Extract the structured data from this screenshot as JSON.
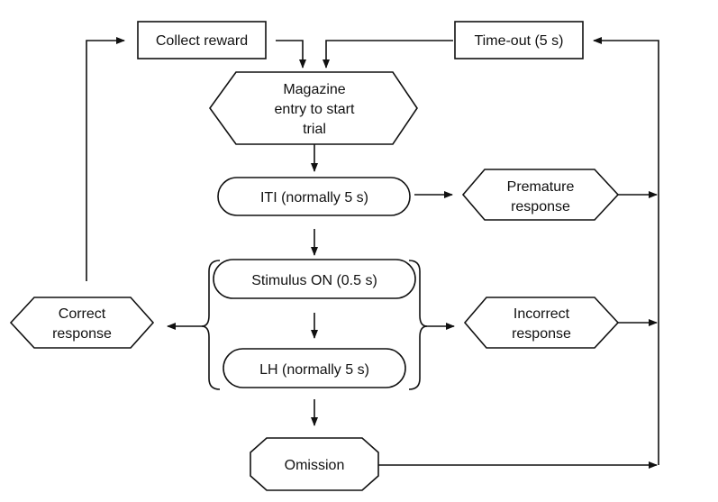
{
  "nodes": {
    "collect_reward": "Collect reward",
    "time_out": "Time-out (5 s)",
    "magazine_entry": [
      "Magazine",
      "entry to start",
      "trial"
    ],
    "iti": "ITI (normally 5 s)",
    "premature_response": [
      "Premature",
      "response"
    ],
    "stimulus_on": "Stimulus ON (0.5 s)",
    "correct_response": [
      "Correct",
      "response"
    ],
    "incorrect_response": [
      "Incorrect",
      "response"
    ],
    "lh": "LH (normally 5 s)",
    "omission": "Omission"
  }
}
